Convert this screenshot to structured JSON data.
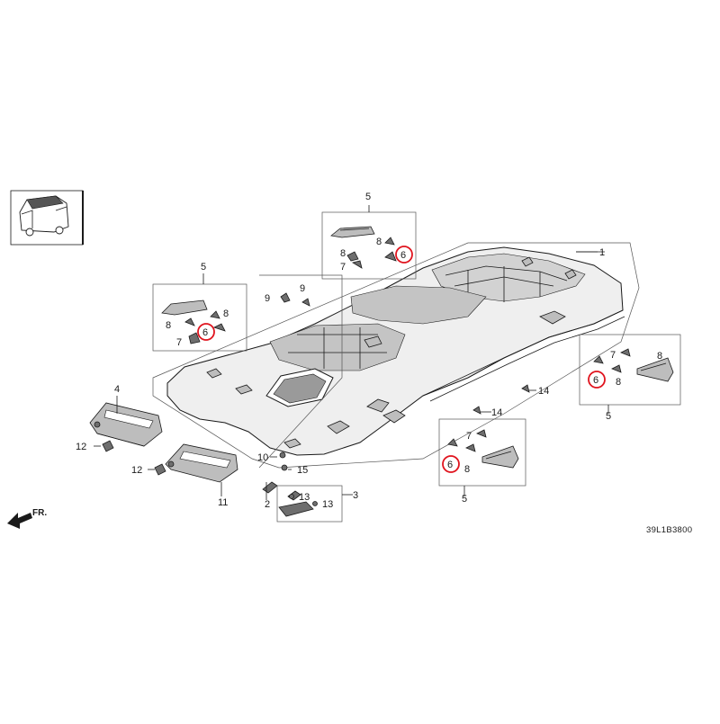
{
  "diagram_code": "39L1B3800",
  "front_marker": "FR.",
  "callouts": {
    "roof_lining": "1",
    "map_light": "2",
    "room_light": "3",
    "sunvisor_left": "4",
    "assist_grip_rear_top": "5",
    "assist_grip_left_front": "5",
    "assist_grip_right_rear": "5",
    "assist_grip_right_front": "5",
    "clip_6_a": "6",
    "clip_6_b": "6",
    "clip_6_c": "6",
    "clip_6_d": "6",
    "clip_7_a": "7",
    "clip_7_b": "7",
    "clip_7_c": "7",
    "clip_7_d": "7",
    "clip_8_a1": "8",
    "clip_8_a2": "8",
    "clip_8_b1": "8",
    "clip_8_b2": "8",
    "clip_8_c": "8",
    "clip_8_d1": "8",
    "clip_8_d2": "8",
    "clip_9_a": "9",
    "clip_9_b": "9",
    "screw_10": "10",
    "sunvisor_right": "11",
    "holder_12_a": "12",
    "holder_12_b": "12",
    "screw_13_a": "13",
    "screw_13_b": "13",
    "clip_14_a": "14",
    "clip_14_b": "14",
    "screw_15": "15"
  },
  "highlight_color": "#e0141e",
  "line_color": "#1a1a1a"
}
